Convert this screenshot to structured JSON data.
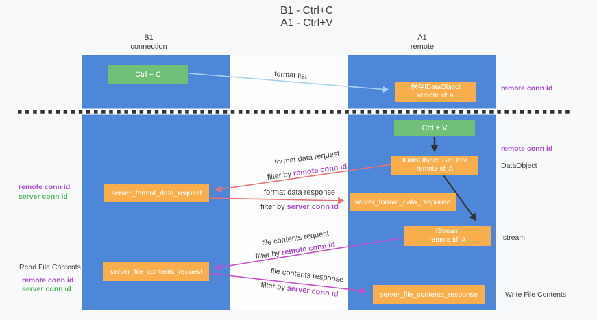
{
  "title": {
    "line1": "B1 - Ctrl+C",
    "line2": "A1 - Ctrl+V"
  },
  "lanes": {
    "left": {
      "name": "B1",
      "subtitle": "connection"
    },
    "right": {
      "name": "A1",
      "subtitle": "remote"
    }
  },
  "nodes": {
    "ctrl_c": "Ctrl + C",
    "ctrl_v": "Ctrl + V",
    "save_idataobject": {
      "line1": "保存IDataObject",
      "line2": "remote id: A"
    },
    "getdata": {
      "line1": "IDataObject::GetData",
      "line2": "remote id: A"
    },
    "istream": {
      "line1": "IStream",
      "line2": "remote id: A"
    },
    "format_request": "server_format_data_request",
    "format_response": "server_format_data_response",
    "file_request": "server_file_contents_request",
    "file_response": "server_file_contents_response"
  },
  "arrow_labels": {
    "format_list": "format list",
    "format_data_request": "format data request",
    "format_data_response": "format data response",
    "file_contents_request": "file contents request",
    "file_contents_response": "file contents response",
    "filter_by": "filter by",
    "remote_conn_id": "remote conn id",
    "server_conn_id": "server conn id"
  },
  "annotations": {
    "remote_conn_id": "remote conn id",
    "server_conn_id": "server conn id",
    "data_object": "DataObject",
    "istream": "Istream",
    "read_file_contents": "Read File Contents",
    "write_file_contents": "Write File Contents"
  },
  "colors": {
    "lane_blue": "#4e87d8",
    "box_orange": "#f9ae4d",
    "box_green": "#70c078",
    "arrow_red": "#e57373",
    "arrow_magenta": "#c24fc6",
    "arrow_blue": "#a9d2ee",
    "text_purple": "#a84fca",
    "text_green": "#55b45c",
    "text_dark": "#3d3d3d",
    "dash_black": "#333333"
  }
}
